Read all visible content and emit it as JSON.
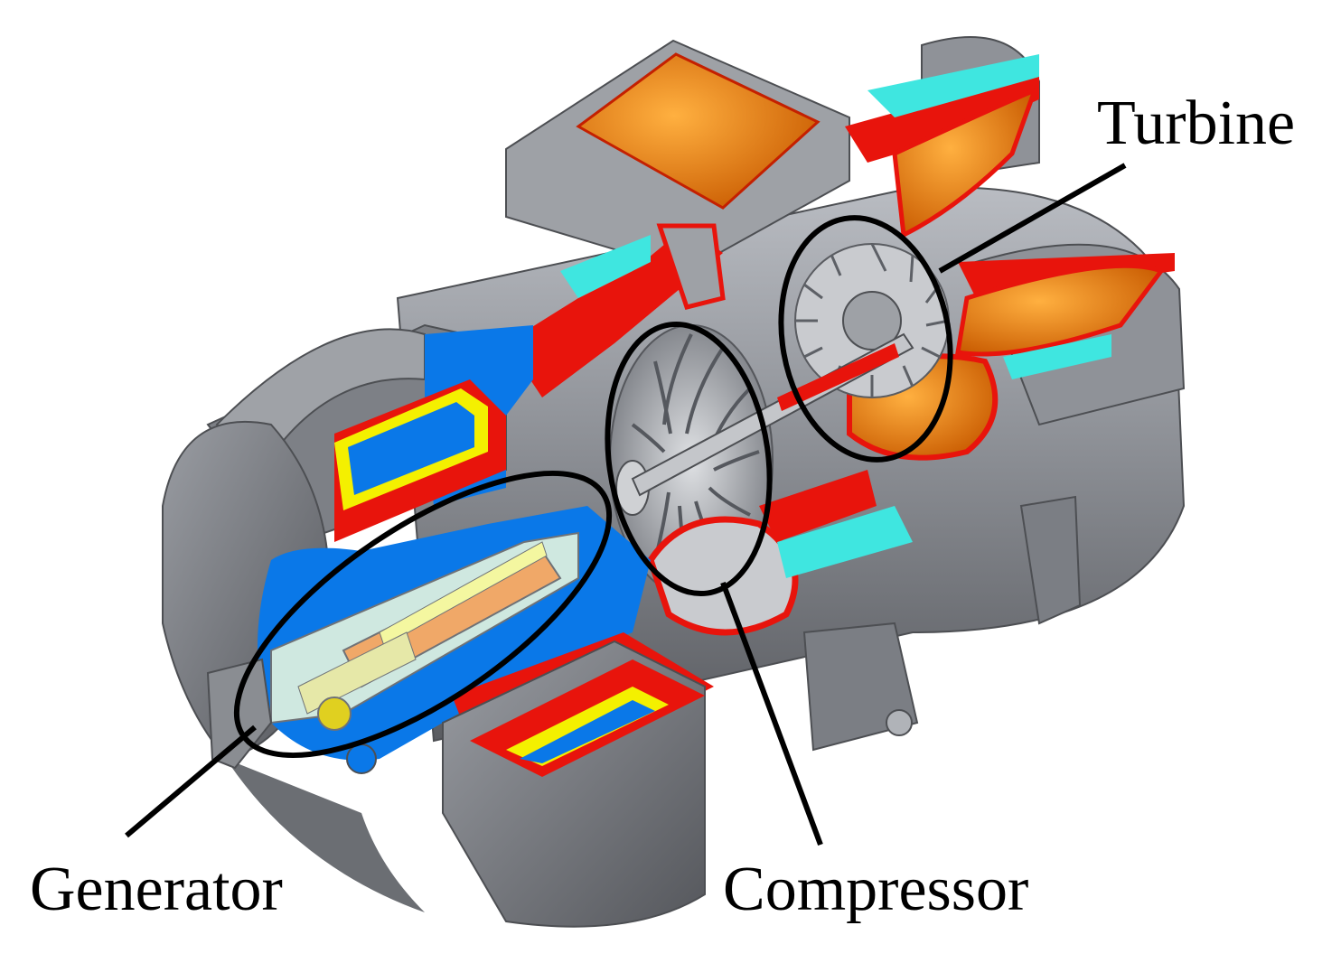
{
  "labels": {
    "turbine": "Turbine",
    "generator": "Generator",
    "compressor": "Compressor"
  },
  "colors": {
    "casing_gray": "#8a8d94",
    "casing_dark": "#5f6167",
    "section_red": "#e8140c",
    "section_cyan": "#3fe6e0",
    "volute_orange": "#f08a10",
    "stator_blue": "#0a78e8",
    "winding_yellow": "#f4f000",
    "outline_black": "#000000"
  }
}
